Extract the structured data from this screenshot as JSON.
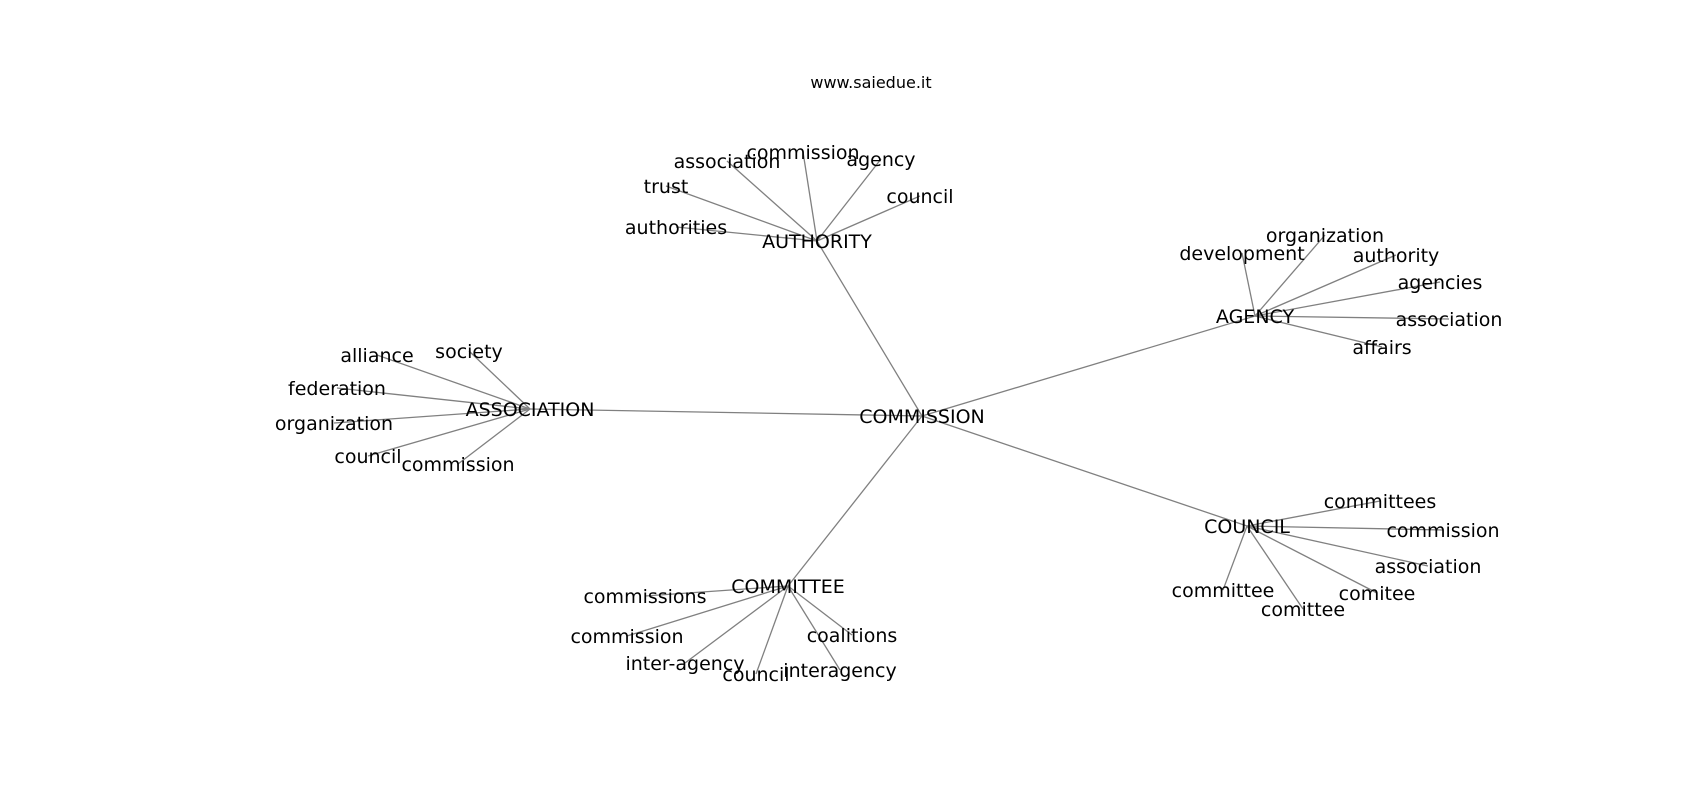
{
  "site": "www.saiedue.it",
  "colors": {
    "edge": "#808080",
    "text": "#000000",
    "background": "#ffffff"
  },
  "graph": {
    "root": "COMMISSION",
    "hubs": [
      {
        "label": "AUTHORITY",
        "leaves": [
          "commission",
          "association",
          "agency",
          "trust",
          "council",
          "authorities"
        ]
      },
      {
        "label": "AGENCY",
        "leaves": [
          "organization",
          "development",
          "authority",
          "agencies",
          "association",
          "affairs"
        ]
      },
      {
        "label": "ASSOCIATION",
        "leaves": [
          "alliance",
          "society",
          "federation",
          "organization",
          "council",
          "commission"
        ]
      },
      {
        "label": "COUNCIL",
        "leaves": [
          "committees",
          "commission",
          "association",
          "committee",
          "comitee",
          "comittee"
        ]
      },
      {
        "label": "COMMITTEE",
        "leaves": [
          "commissions",
          "commission",
          "coalitions",
          "inter-agency",
          "interagency",
          "council"
        ]
      }
    ]
  }
}
